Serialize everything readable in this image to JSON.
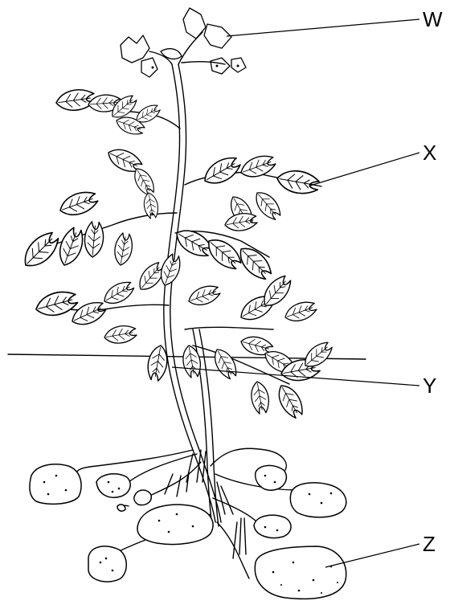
{
  "labels": {
    "w": "W",
    "x": "X",
    "y": "Y",
    "z": "Z"
  },
  "colors": {
    "ink": "#000000",
    "background": "#ffffff"
  }
}
